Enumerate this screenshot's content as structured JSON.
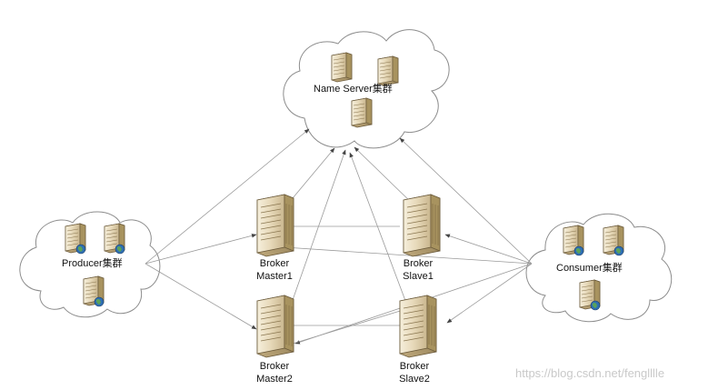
{
  "clusters": {
    "name_server": {
      "label": "Name Server集群"
    },
    "producer": {
      "label": "Producer集群"
    },
    "consumer": {
      "label": "Consumer集群"
    }
  },
  "brokers": {
    "master1": {
      "line1": "Broker",
      "line2": "Master1"
    },
    "slave1": {
      "line1": "Broker",
      "line2": "Slave1"
    },
    "master2": {
      "line1": "Broker",
      "line2": "Master2"
    },
    "slave2": {
      "line1": "Broker",
      "line2": "Slave2"
    }
  },
  "watermark": "https://blog.csdn.net/fenglllle",
  "colors": {
    "line": "#9a9a9a",
    "cloud_stroke": "#8c8c8c",
    "server_body": "#e8dcc0",
    "globe": "#2f6fb3"
  }
}
